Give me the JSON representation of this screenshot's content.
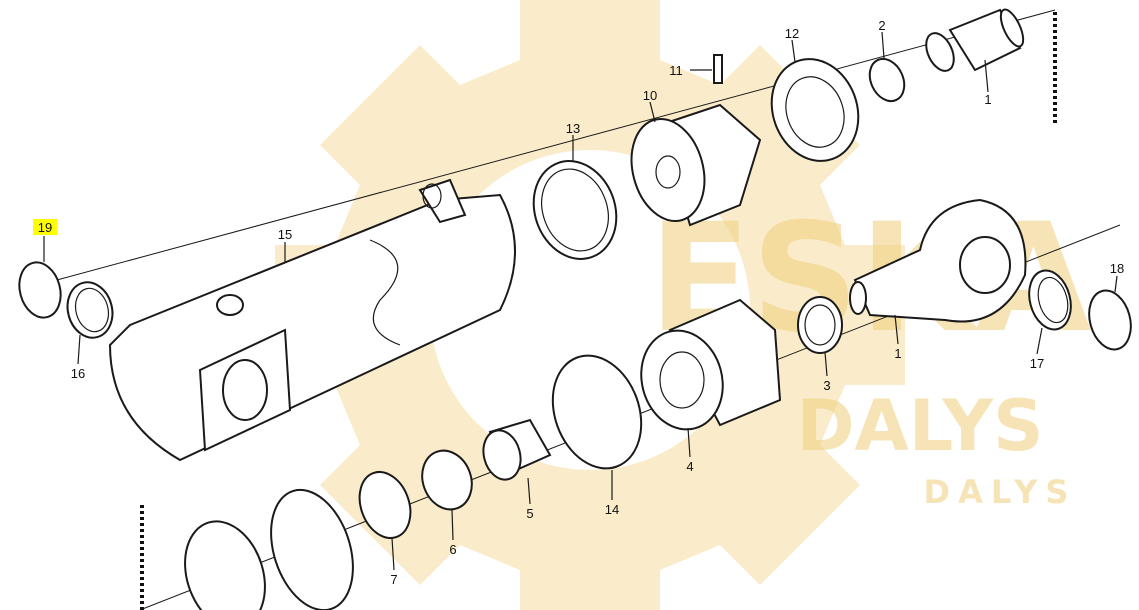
{
  "watermark": {
    "brand_primary": "ESKA",
    "brand_secondary": "DALYS",
    "color": "#f3d58a"
  },
  "highlight_color": "#ffff00",
  "callouts": [
    {
      "id": "1a",
      "label": "1"
    },
    {
      "id": "2",
      "label": "2"
    },
    {
      "id": "12",
      "label": "12"
    },
    {
      "id": "11",
      "label": "11"
    },
    {
      "id": "10",
      "label": "10"
    },
    {
      "id": "13",
      "label": "13"
    },
    {
      "id": "15",
      "label": "15"
    },
    {
      "id": "19",
      "label": "19",
      "highlighted": true
    },
    {
      "id": "16",
      "label": "16"
    },
    {
      "id": "18",
      "label": "18"
    },
    {
      "id": "17",
      "label": "17"
    },
    {
      "id": "1b",
      "label": "1"
    },
    {
      "id": "3",
      "label": "3"
    },
    {
      "id": "4",
      "label": "4"
    },
    {
      "id": "14",
      "label": "14"
    },
    {
      "id": "5",
      "label": "5"
    },
    {
      "id": "6",
      "label": "6"
    },
    {
      "id": "7",
      "label": "7"
    }
  ]
}
